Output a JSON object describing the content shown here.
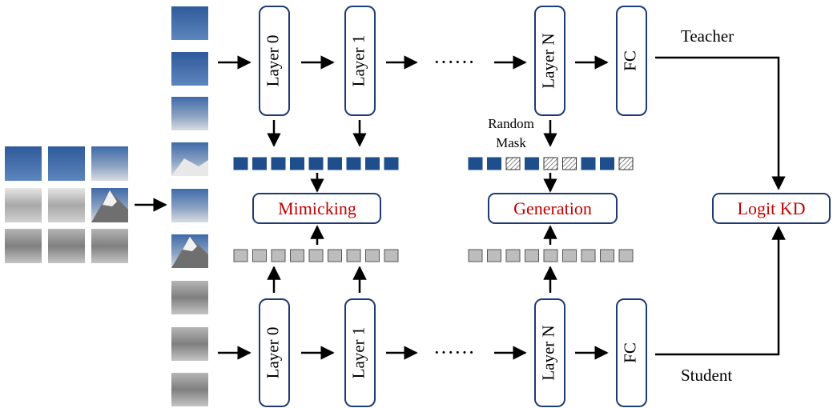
{
  "teacher": {
    "label": "Teacher",
    "layers": [
      "Layer 0",
      "Layer 1",
      "Layer N"
    ],
    "fc": "FC",
    "ellipsis": "······"
  },
  "student": {
    "label": "Student",
    "layers": [
      "Layer 0",
      "Layer 1",
      "Layer N"
    ],
    "fc": "FC",
    "ellipsis": "······"
  },
  "boxes": {
    "mimicking": "Mimicking",
    "generation": "Generation",
    "logit_kd": "Logit KD"
  },
  "mask_label": [
    "Random",
    "Mask"
  ],
  "feature_rows": {
    "teacher_mimic": [
      "d",
      "d",
      "d",
      "d",
      "d",
      "d",
      "d",
      "d",
      "d"
    ],
    "teacher_gen": [
      "d",
      "d",
      "h",
      "d",
      "h",
      "h",
      "d",
      "d",
      "h"
    ],
    "student_mimic": [
      "g",
      "g",
      "g",
      "g",
      "g",
      "g",
      "g",
      "g",
      "g"
    ],
    "student_gen": [
      "g",
      "g",
      "g",
      "g",
      "g",
      "g",
      "g",
      "g",
      "g"
    ]
  },
  "colors": {
    "box_border": "#1f3b73",
    "token_dark": "#1f4e8c",
    "token_gray": "#bdbdbd",
    "accent_red": "#c00000"
  }
}
